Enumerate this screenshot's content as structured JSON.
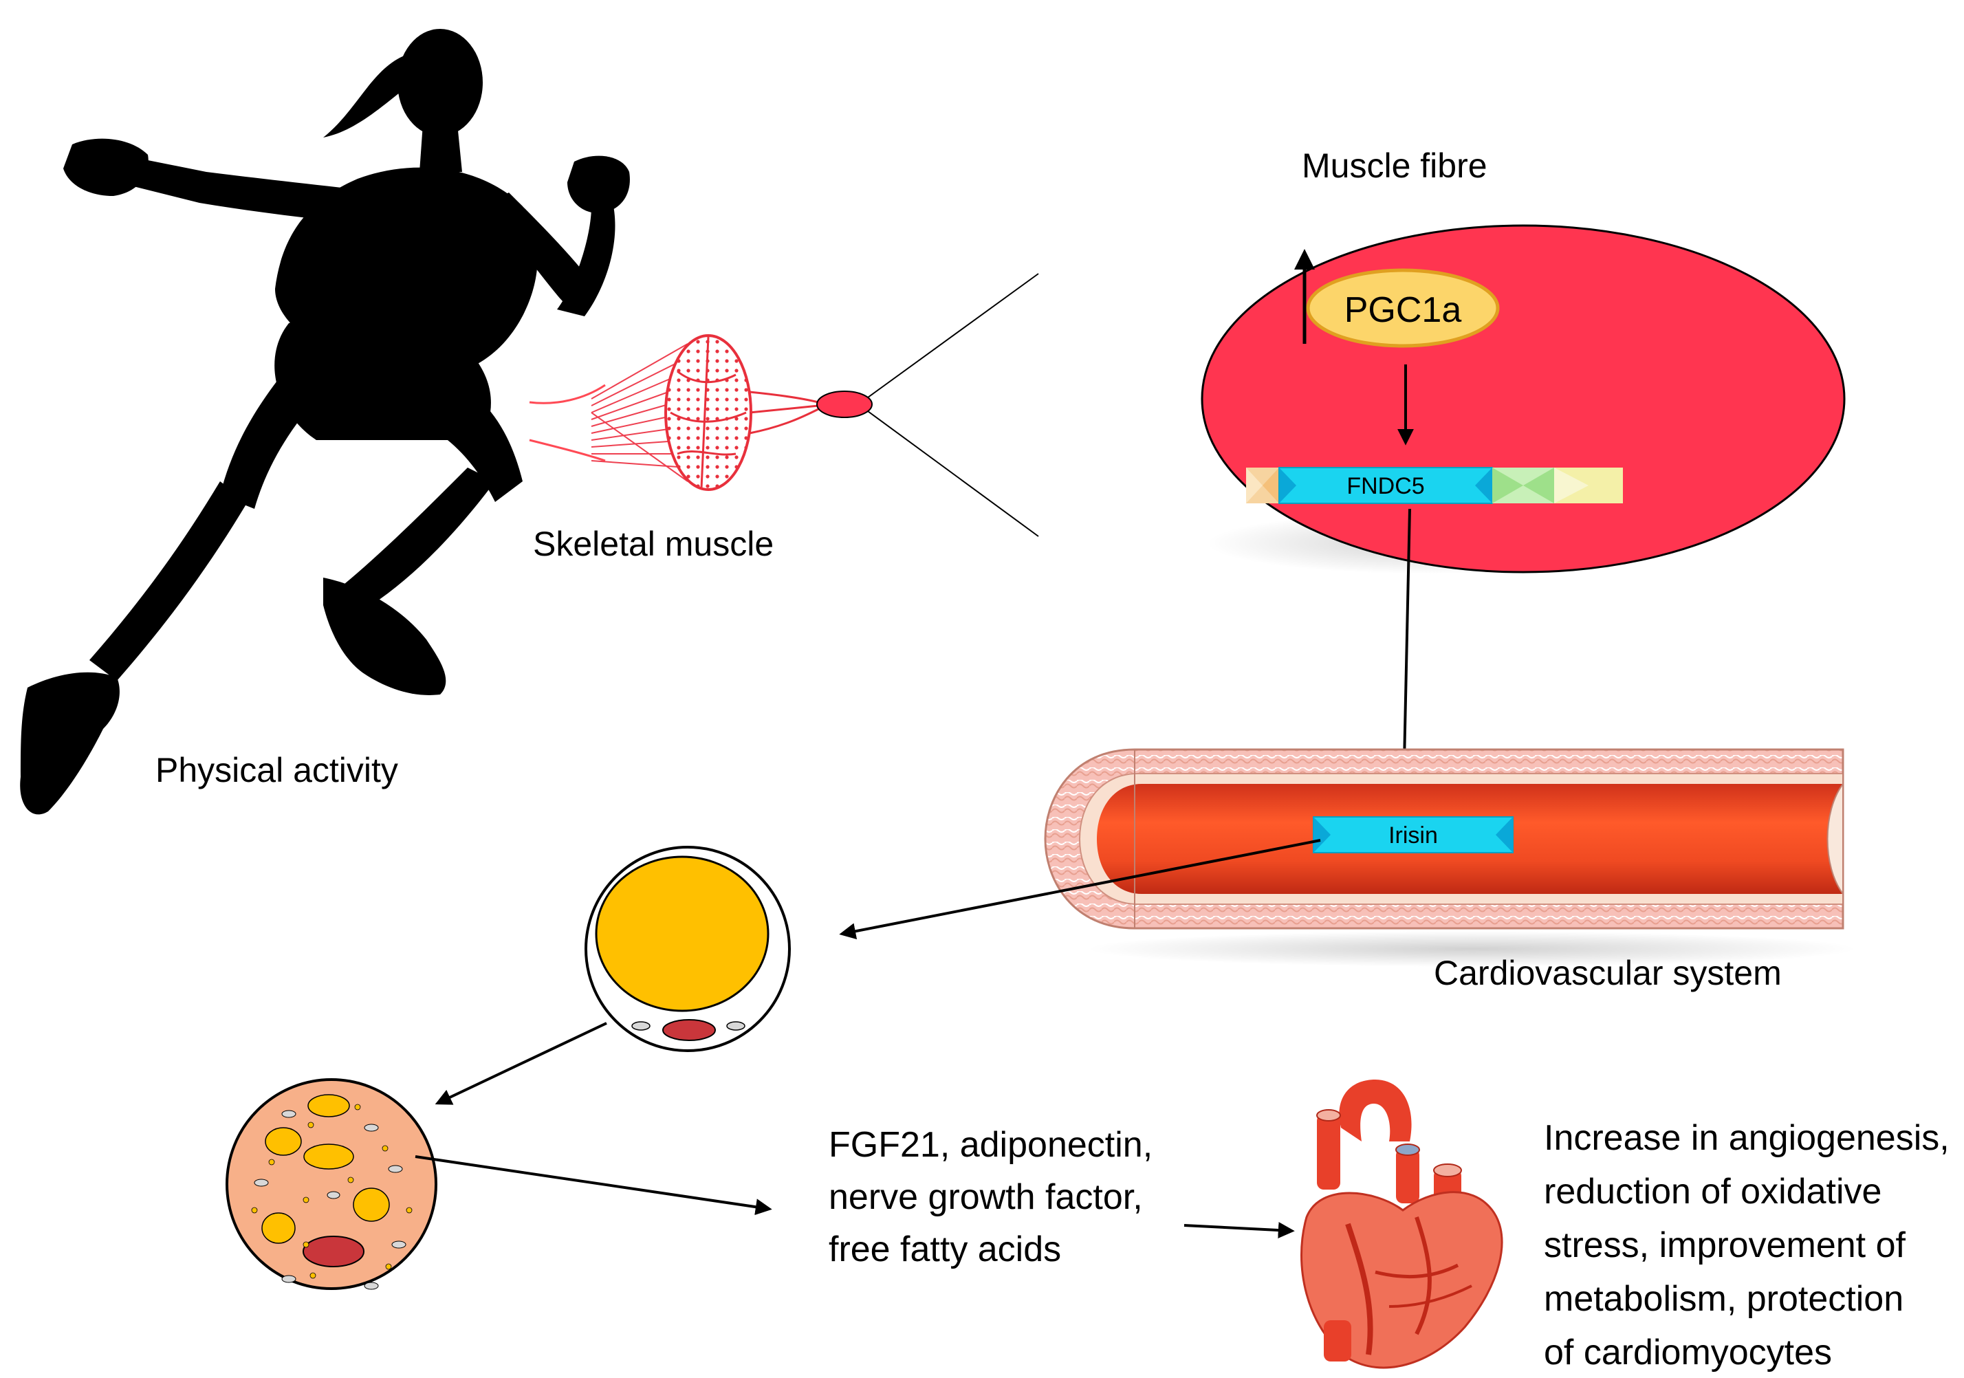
{
  "labels": {
    "physical_activity": "Physical activity",
    "skeletal_muscle": "Skeletal muscle",
    "muscle_fibre": "Muscle fibre",
    "pgc1a": "PGC1a",
    "fndc5": "FNDC5",
    "irisin": "Irisin",
    "cardiovascular_system": "Cardiovascular system",
    "secreted_factors": [
      "FGF21, adiponectin,",
      "nerve growth factor,",
      "free fatty acids"
    ],
    "cardiac_effects": [
      "Increase in angiogenesis,",
      "reduction of oxidative",
      "stress, improvement of",
      "metabolism, protection",
      "of cardiomyocytes"
    ]
  },
  "colors": {
    "runner": "#000000",
    "muscle_red": "#ff3550",
    "muscle_bundle": "#e84a55",
    "pgc1a_fill": "#fcd56a",
    "pgc1a_stroke": "#e0a020",
    "fndc5_fill": "#1ad4f0",
    "vessel_wall": "#f6d8c8",
    "vessel_lumen": "#f24a20",
    "white_adipocyte_fat": "#ffc000",
    "brown_adipocyte_fill": "#f7b089",
    "nucleus": "#c9363b",
    "heart": "#e8402a"
  },
  "icons": [
    "runner-silhouette-icon",
    "muscle-bundle-icon",
    "blood-vessel-icon",
    "white-adipocyte-icon",
    "brown-adipocyte-icon",
    "heart-icon"
  ]
}
